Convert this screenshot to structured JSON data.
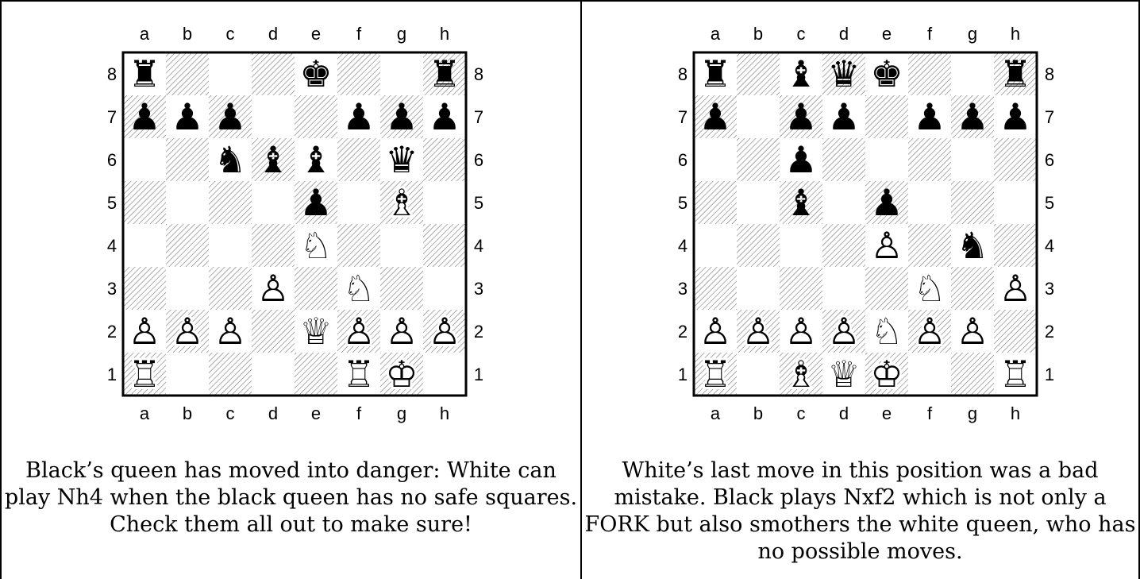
{
  "files": [
    "a",
    "b",
    "c",
    "d",
    "e",
    "f",
    "g",
    "h"
  ],
  "ranks": [
    "1",
    "2",
    "3",
    "4",
    "5",
    "6",
    "7",
    "8"
  ],
  "diagrams": [
    {
      "caption": "Black’s queen has moved into danger: White can play Nh4 when the black queen has no safe squares. Check them all out to make sure!",
      "pieces": [
        {
          "sq": "a8",
          "p": "r"
        },
        {
          "sq": "e8",
          "p": "k"
        },
        {
          "sq": "h8",
          "p": "r"
        },
        {
          "sq": "a7",
          "p": "p"
        },
        {
          "sq": "b7",
          "p": "p"
        },
        {
          "sq": "c7",
          "p": "p"
        },
        {
          "sq": "f7",
          "p": "p"
        },
        {
          "sq": "g7",
          "p": "p"
        },
        {
          "sq": "h7",
          "p": "p"
        },
        {
          "sq": "c6",
          "p": "n"
        },
        {
          "sq": "d6",
          "p": "b"
        },
        {
          "sq": "e6",
          "p": "b"
        },
        {
          "sq": "g6",
          "p": "q"
        },
        {
          "sq": "e5",
          "p": "p"
        },
        {
          "sq": "g5",
          "p": "B"
        },
        {
          "sq": "e4",
          "p": "N"
        },
        {
          "sq": "d3",
          "p": "P"
        },
        {
          "sq": "f3",
          "p": "N"
        },
        {
          "sq": "a2",
          "p": "P"
        },
        {
          "sq": "b2",
          "p": "P"
        },
        {
          "sq": "c2",
          "p": "P"
        },
        {
          "sq": "e2",
          "p": "Q"
        },
        {
          "sq": "f2",
          "p": "P"
        },
        {
          "sq": "g2",
          "p": "P"
        },
        {
          "sq": "h2",
          "p": "P"
        },
        {
          "sq": "a1",
          "p": "R"
        },
        {
          "sq": "f1",
          "p": "R"
        },
        {
          "sq": "g1",
          "p": "K"
        }
      ]
    },
    {
      "caption": "White’s last move in this position was a bad mistake. Black plays Nxf2 which is not only a FORK but also smothers the white queen, who has no possible moves.",
      "pieces": [
        {
          "sq": "a8",
          "p": "r"
        },
        {
          "sq": "c8",
          "p": "b"
        },
        {
          "sq": "d8",
          "p": "q"
        },
        {
          "sq": "e8",
          "p": "k"
        },
        {
          "sq": "h8",
          "p": "r"
        },
        {
          "sq": "a7",
          "p": "p"
        },
        {
          "sq": "c7",
          "p": "p"
        },
        {
          "sq": "d7",
          "p": "p"
        },
        {
          "sq": "f7",
          "p": "p"
        },
        {
          "sq": "g7",
          "p": "p"
        },
        {
          "sq": "h7",
          "p": "p"
        },
        {
          "sq": "c6",
          "p": "p"
        },
        {
          "sq": "c5",
          "p": "b"
        },
        {
          "sq": "e5",
          "p": "p"
        },
        {
          "sq": "e4",
          "p": "P"
        },
        {
          "sq": "g4",
          "p": "n"
        },
        {
          "sq": "f3",
          "p": "N"
        },
        {
          "sq": "h3",
          "p": "P"
        },
        {
          "sq": "a2",
          "p": "P"
        },
        {
          "sq": "b2",
          "p": "P"
        },
        {
          "sq": "c2",
          "p": "P"
        },
        {
          "sq": "d2",
          "p": "P"
        },
        {
          "sq": "e2",
          "p": "N"
        },
        {
          "sq": "f2",
          "p": "P"
        },
        {
          "sq": "g2",
          "p": "P"
        },
        {
          "sq": "a1",
          "p": "R"
        },
        {
          "sq": "c1",
          "p": "B"
        },
        {
          "sq": "d1",
          "p": "Q"
        },
        {
          "sq": "e1",
          "p": "K"
        },
        {
          "sq": "h1",
          "p": "R"
        }
      ]
    }
  ]
}
